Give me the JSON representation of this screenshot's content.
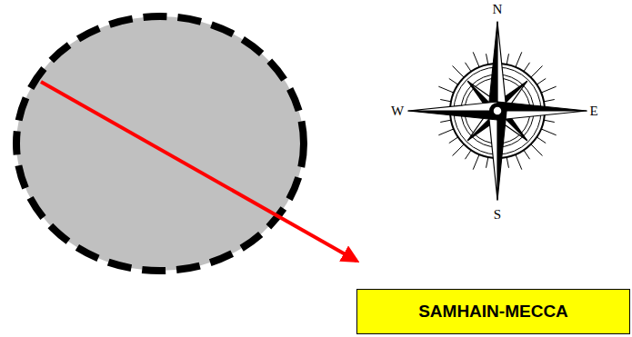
{
  "diagram": {
    "nodes": [
      {
        "text": [
          "SAMHAIN-MECCA"
        ]
      }
    ],
    "labels": [
      "N",
      "W",
      "E",
      "S"
    ]
  }
}
